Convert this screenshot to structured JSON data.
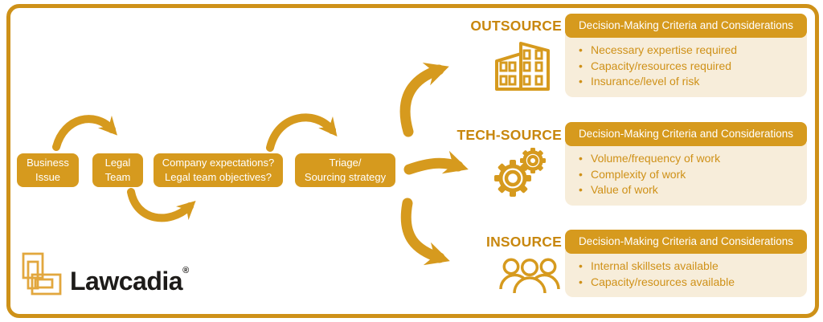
{
  "brand": {
    "logo_text": "Lawcadia",
    "registered_mark": "®"
  },
  "colors": {
    "gold": "#D69A1E",
    "gold_dark_label": "#C8870E",
    "border_gold": "#CE9118",
    "cream_panel": "#F7EDDA",
    "bullet_text": "#CF9118",
    "logo_gold": "#E2A73E",
    "box_text": "#FFFFFF",
    "logo_text_color": "#1D1B19"
  },
  "flow_boxes": [
    {
      "name": "business-issue",
      "lines": [
        "Business",
        "Issue"
      ]
    },
    {
      "name": "legal-team",
      "lines": [
        "Legal",
        "Team"
      ]
    },
    {
      "name": "company-expectations",
      "lines": [
        "Company expectations?",
        "Legal team objectives?"
      ]
    },
    {
      "name": "triage-sourcing",
      "lines": [
        "Triage/",
        "Sourcing strategy"
      ]
    }
  ],
  "branches": [
    {
      "label": "OUTSOURCE",
      "icon": "building-icon",
      "panel_header": "Decision-Making Criteria and Considerations",
      "bullets": [
        "Necessary expertise required",
        "Capacity/resources required",
        "Insurance/level of risk"
      ]
    },
    {
      "label": "TECH-SOURCE",
      "icon": "gears-icon",
      "panel_header": "Decision-Making Criteria and Considerations",
      "bullets": [
        "Volume/frequency of work",
        "Complexity of work",
        "Value of work"
      ]
    },
    {
      "label": "INSOURCE",
      "icon": "people-icon",
      "panel_header": "Decision-Making Criteria and Considerations",
      "bullets": [
        "Internal skillsets available",
        "Capacity/resources available"
      ]
    }
  ]
}
